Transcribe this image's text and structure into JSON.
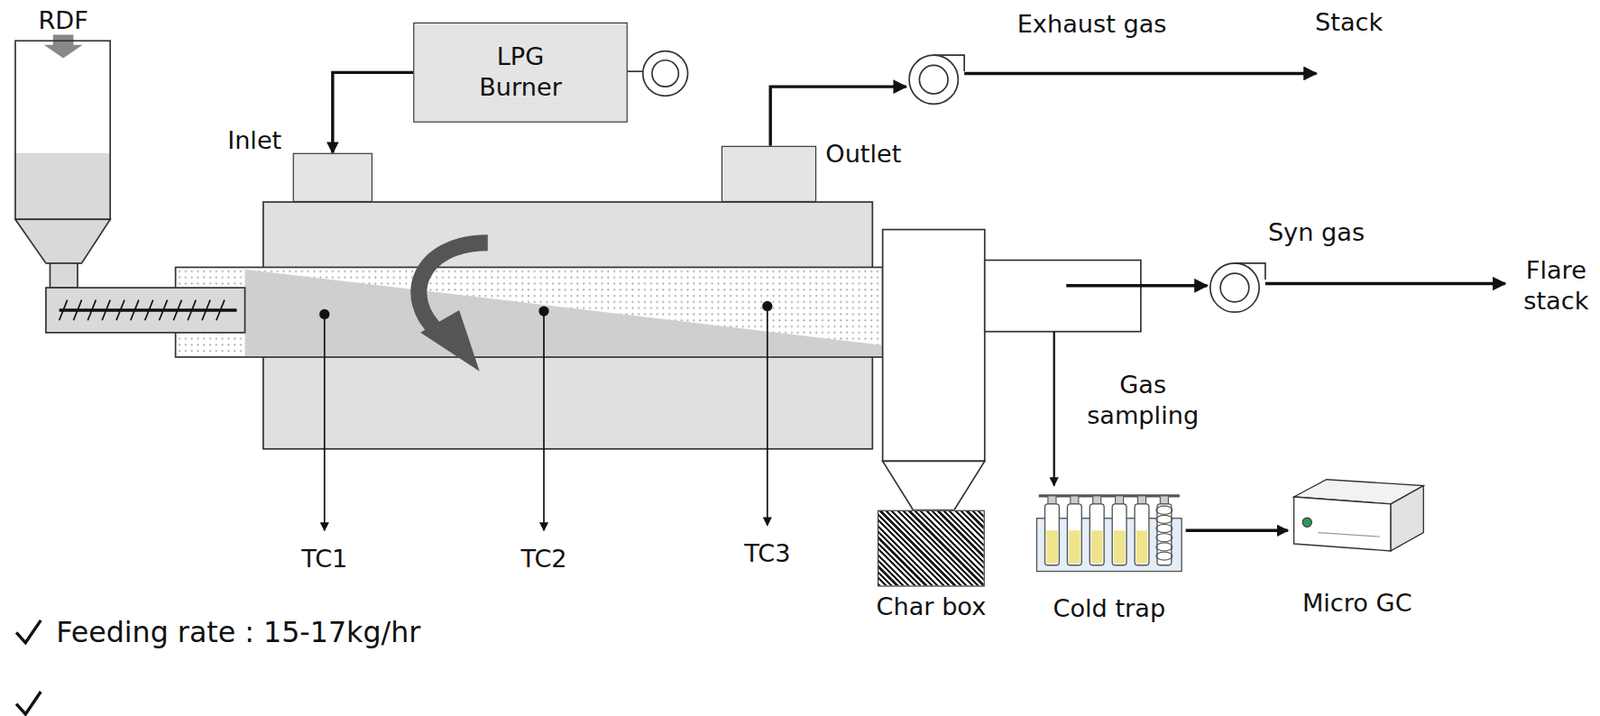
{
  "diagram": {
    "nodes": [
      {
        "text": [
          "LPG Burner"
        ]
      },
      {
        "text": [
          "Inlet"
        ]
      },
      {
        "text": [
          "Outlet"
        ]
      },
      {
        "text": [
          "Char box"
        ]
      },
      {
        "text": [
          "Cold trap"
        ]
      },
      {
        "text": [
          "Micro GC"
        ]
      }
    ],
    "edges": [
      {
        "from": 0,
        "to": 1,
        "arrow": "to"
      },
      {
        "from": 4,
        "to": 5,
        "arrow": "to"
      }
    ],
    "labels": [
      "RDF",
      "Exhaust gas",
      "Stack",
      "Syn gas",
      "Flare stack",
      "Gas sampling",
      "TC1",
      "TC2",
      "TC3",
      "Feeding rate : 15-17kg/hr"
    ]
  }
}
